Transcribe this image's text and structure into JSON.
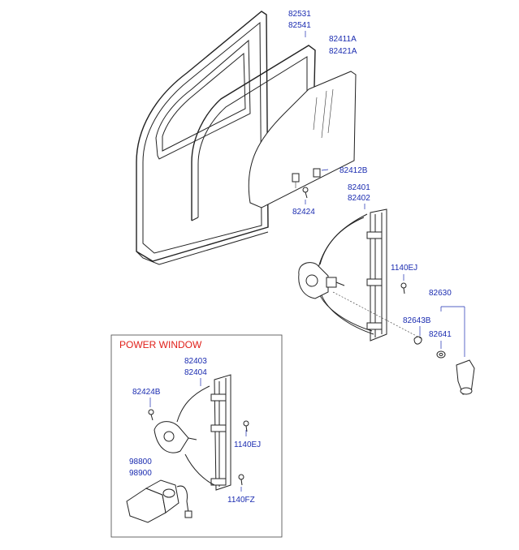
{
  "diagram": {
    "power_window_title": "POWER WINDOW",
    "labels": {
      "p82531": "82531",
      "p82541": "82541",
      "p82411a": "82411A",
      "p82421a": "82421A",
      "p82412b": "82412B",
      "p82424": "82424",
      "p82401": "82401",
      "p82402": "82402",
      "p1140ej_main": "1140EJ",
      "p82630": "82630",
      "p82643b": "82643B",
      "p82641": "82641",
      "p82403": "82403",
      "p82404": "82404",
      "p82424b": "82424B",
      "p1140ej_box": "1140EJ",
      "p98800": "98800",
      "p98900": "98900",
      "p1140fz": "1140FZ"
    }
  }
}
